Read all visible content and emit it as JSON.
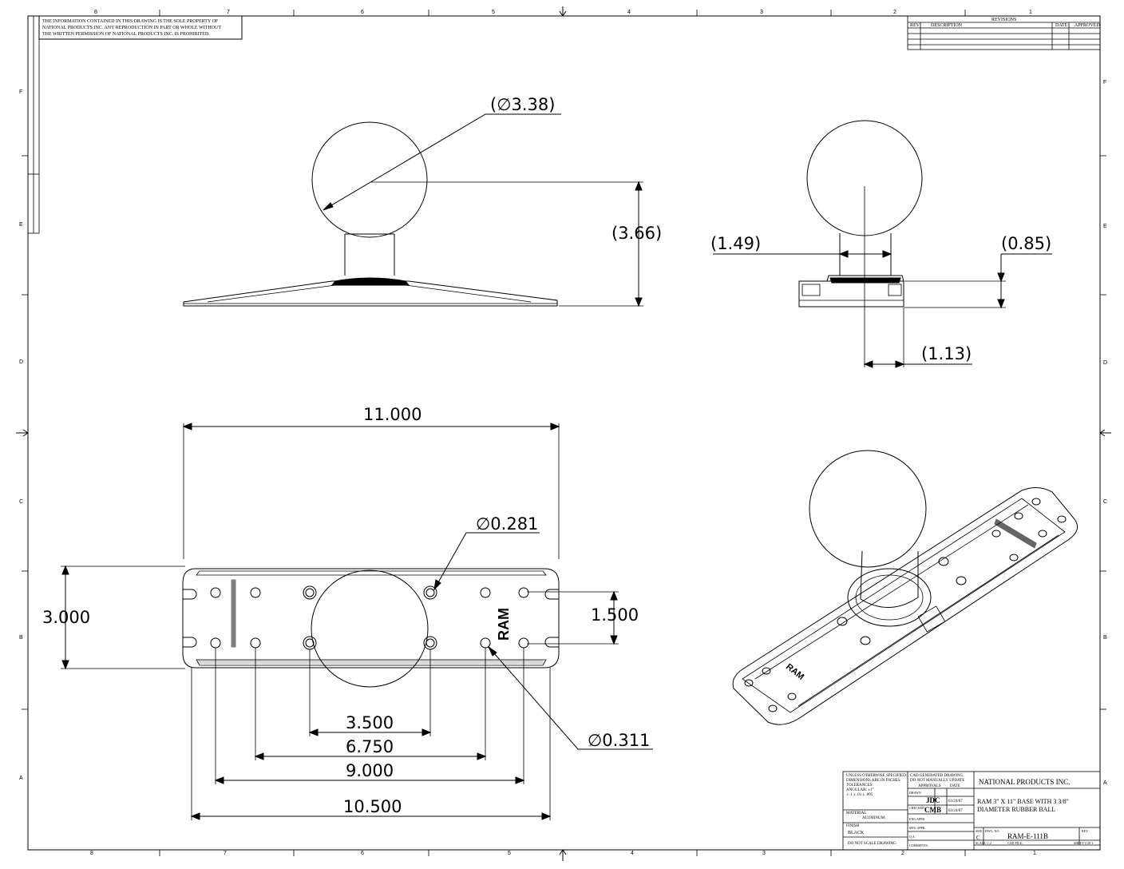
{
  "notice": {
    "line1": "THE INFORMATION CONTAINED IN THIS DRAWING IS THE SOLE PROPERTY OF",
    "line2": "NATIONAL PRODUCTS INC. ANY REPRODUCTION IN PART OR WHOLE WITHOUT",
    "line3": "THE WRITTEN PERMISSION OF NATIONAL PRODUCTS INC. IS PROHIBITED."
  },
  "zones": {
    "columns": [
      "8",
      "7",
      "6",
      "5",
      "4",
      "3",
      "2",
      "1"
    ],
    "rows": [
      "F",
      "E",
      "D",
      "C",
      "B",
      "A"
    ]
  },
  "revisions": {
    "header": "REVISIONS",
    "columns": [
      "REV",
      "DESCRIPTION",
      "DATE",
      "APPROVED"
    ]
  },
  "dimensions": {
    "front_ball_dia": "(∅3.38)",
    "front_height": "(3.66)",
    "side_neck_width": "(1.49)",
    "side_base_height": "(0.85)",
    "side_offset": "(1.13)",
    "top_length": "11.000",
    "top_width": "3.000",
    "top_hole_dia": "∅0.281",
    "top_hole_spacing_v": "1.500",
    "top_span_1": "3.500",
    "top_span_2": "6.750",
    "top_span_3": "9.000",
    "top_span_4": "10.500",
    "top_hole_dia_2": "∅0.311"
  },
  "markings": {
    "ram_logo": "RAM",
    "ram_iso": "RAM"
  },
  "title_block": {
    "unless_1": "UNLESS OTHERWISE SPECIFIED:",
    "unless_2": "DIMENSIONS ARE IN INCHES",
    "unless_3": "TOLERANCES:",
    "unless_4": "ANGULAR: ±1°",
    "unless_5": "± .1   ± .01   ± .005",
    "material_label": "MATERIAL",
    "material_value": "ALUMINUM",
    "finish_label": "FINISH",
    "finish_value": "BLACK",
    "noscale": "DO NOT SCALE DRAWING",
    "cad_1": "CAD GENERATED DRAWING,",
    "cad_2": "DO NOT MANUALLY UPDATE",
    "approvals_label": "APPROVALS",
    "date_label": "DATE",
    "drawn_label": "DRAWN",
    "drawn_value": "JDC",
    "drawn_date": "03/24/07",
    "checked_label": "CHECKED",
    "checked_value": "CMB",
    "checked_date": "03/24/07",
    "eng_label": "ENG APPR.",
    "mfg_label": "MFG APPR.",
    "qa_label": "Q.A.",
    "comments_label": "COMMENTS:",
    "company": "NATIONAL PRODUCTS INC.",
    "title_1": "RAM 3\" X 11\" BASE WITH 3 3/8\"",
    "title_2": "DIAMETER RUBBER BALL",
    "size_label": "SIZE",
    "size_value": "C",
    "dwg_label": "DWG.  NO.",
    "dwg_value": "RAM-E-111B",
    "rev_label": "REV",
    "scale_label": "SCALE: 1:2",
    "cad_file_label": "CAD FILE:",
    "sheet_label": "SHEET 1 OF 1"
  }
}
